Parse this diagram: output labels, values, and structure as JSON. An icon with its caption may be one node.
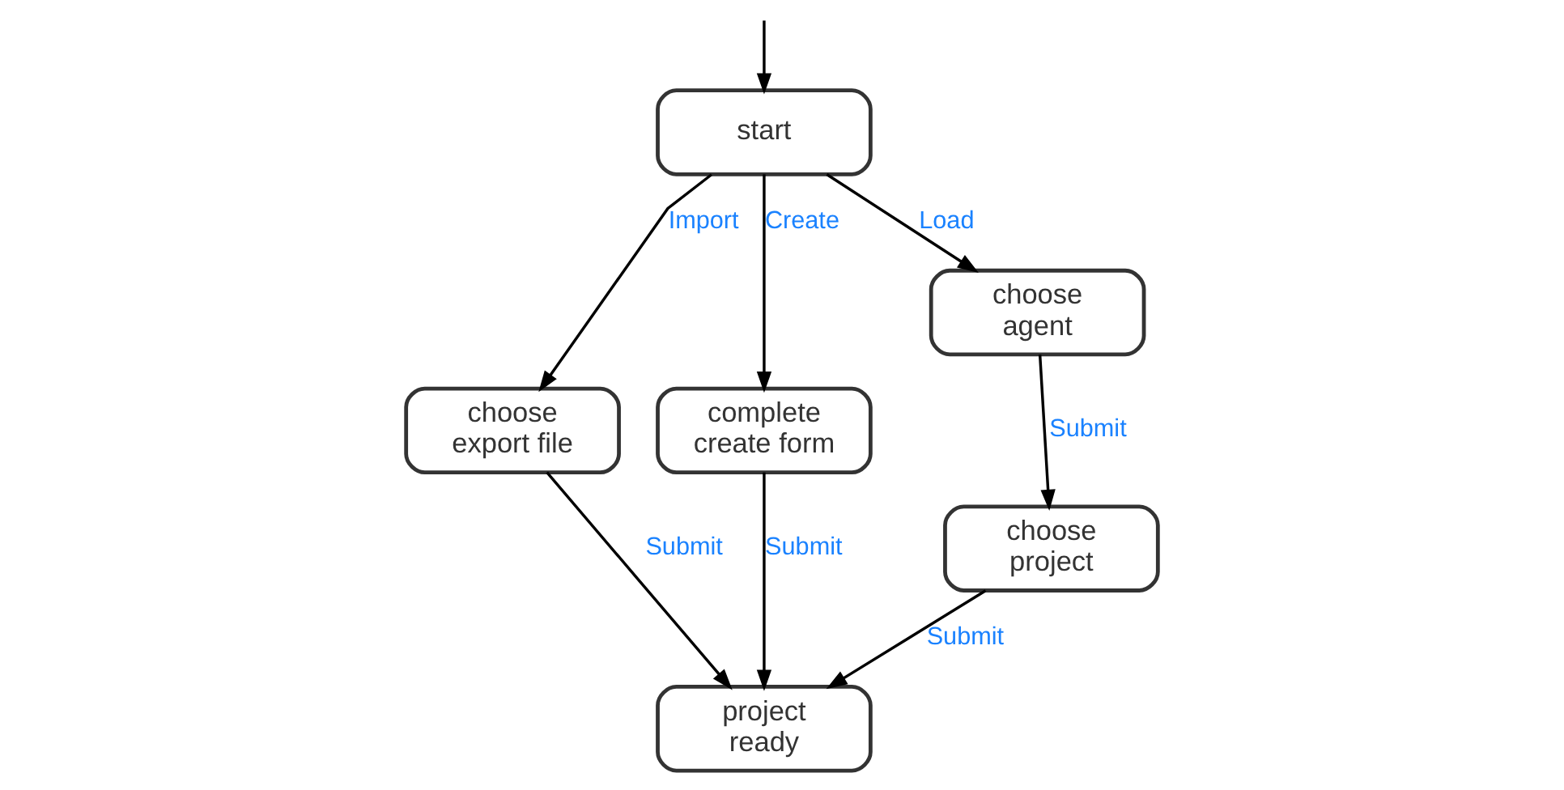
{
  "diagram": {
    "nodes": [
      {
        "text": [
          "start"
        ]
      },
      {
        "text": [
          "choose export file"
        ]
      },
      {
        "text": [
          "complete create form"
        ]
      },
      {
        "text": [
          "choose agent"
        ]
      },
      {
        "text": [
          "choose project"
        ]
      },
      {
        "text": [
          "project ready"
        ]
      }
    ],
    "edges": [
      {
        "from": null,
        "to": 0,
        "arrow": "to"
      },
      {
        "from": 0,
        "to": 1,
        "arrow": "to",
        "label": "Import"
      },
      {
        "from": 0,
        "to": 2,
        "arrow": "to",
        "label": "Create"
      },
      {
        "from": 0,
        "to": 3,
        "arrow": "to",
        "label": "Load"
      },
      {
        "from": 3,
        "to": 4,
        "arrow": "to",
        "label": "Submit"
      },
      {
        "from": 1,
        "to": 5,
        "arrow": "to",
        "label": "Submit"
      },
      {
        "from": 2,
        "to": 5,
        "arrow": "to",
        "label": "Submit"
      },
      {
        "from": 4,
        "to": 5,
        "arrow": "to",
        "label": "Submit"
      }
    ]
  }
}
